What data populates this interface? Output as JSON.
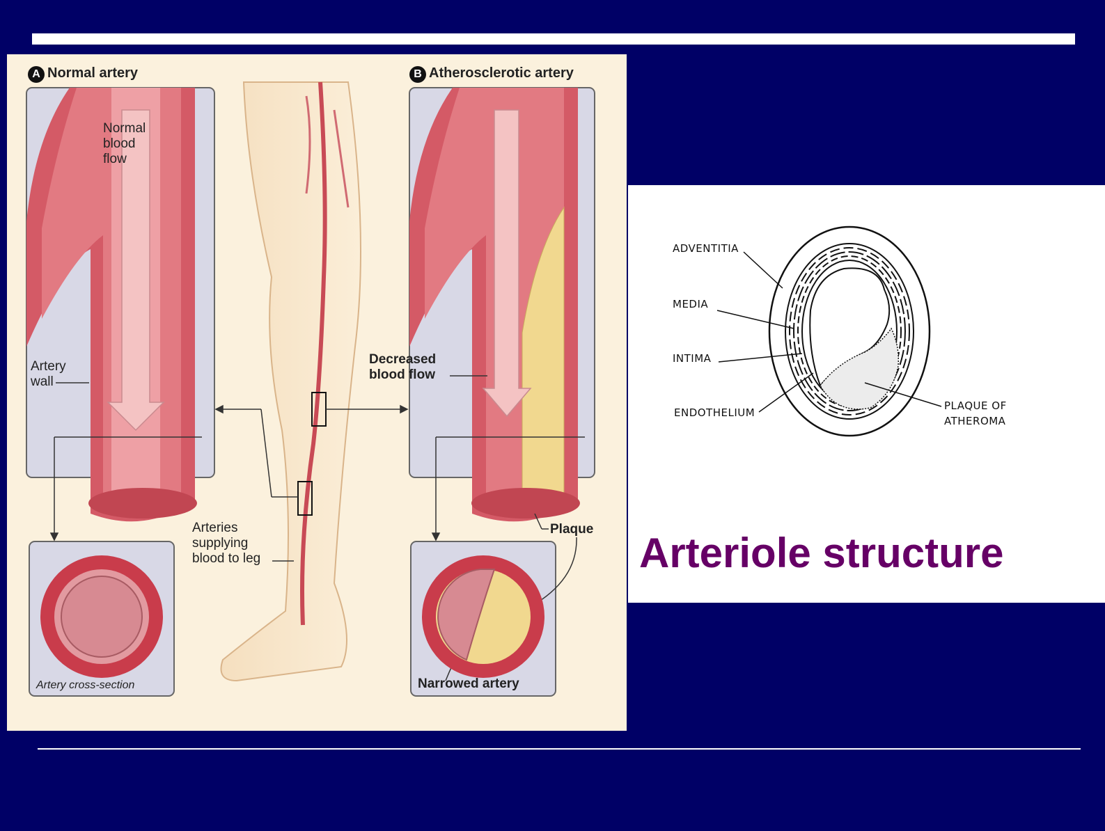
{
  "left_figure": {
    "panel_a": {
      "badge": "A",
      "title": "Normal artery"
    },
    "panel_b": {
      "badge": "B",
      "title": "Atherosclerotic artery"
    },
    "normal_blood_flow": [
      "Normal",
      "blood",
      "flow"
    ],
    "artery_wall": [
      "Artery",
      "wall"
    ],
    "decreased_blood_flow": [
      "Decreased",
      "blood flow"
    ],
    "arteries_supplying": [
      "Arteries",
      "supplying",
      "blood to leg"
    ],
    "plaque": "Plaque",
    "cross_section": "Artery cross-section",
    "narrowed_artery": "Narrowed artery"
  },
  "right_figure": {
    "labels": {
      "adventitia": "ADVENTITIA",
      "media": "MEDIA",
      "intima": "INTIMA",
      "endothelium": "ENDOTHELIUM",
      "plaque_of": "PLAQUE OF",
      "atheroma": "ATHEROMA"
    },
    "caption": "Arteriole structure"
  },
  "colors": {
    "background": "#000066",
    "caption": "#660066",
    "artery_red": "#c9525c",
    "plaque_yellow": "#f1d88f"
  }
}
